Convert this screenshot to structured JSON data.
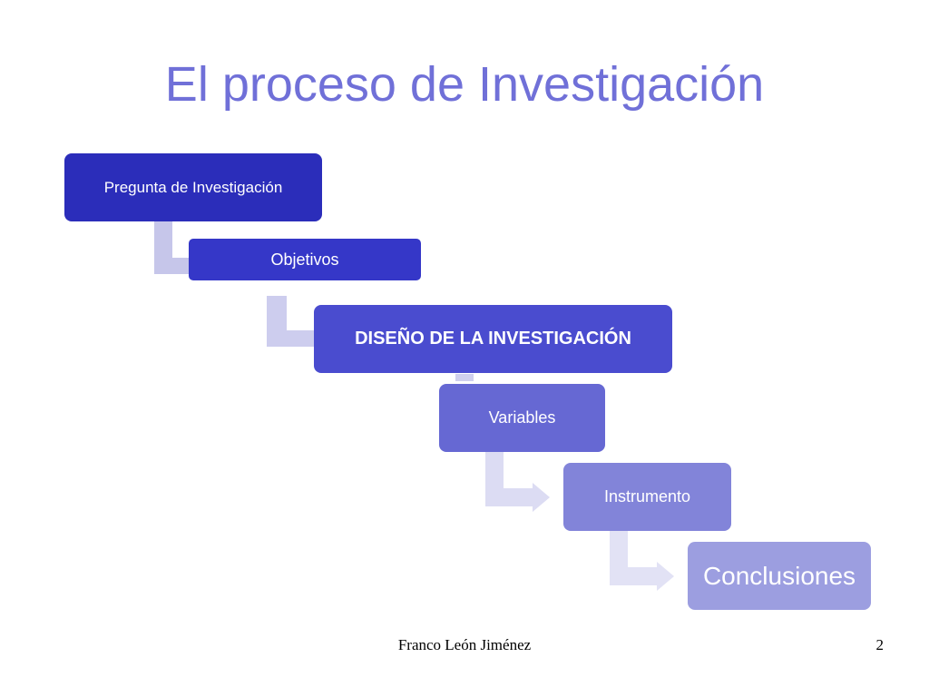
{
  "slide": {
    "title": "El proceso de Investigación",
    "footer_author": "Franco León Jiménez",
    "page_number": "2"
  },
  "diagram": {
    "steps": [
      {
        "label": "Pregunta de Investigación",
        "color": "#2b2dba"
      },
      {
        "label": "Objetivos",
        "color": "#3537c8"
      },
      {
        "label": "DISEÑO DE LA INVESTIGACIÓN",
        "color": "#4a4ccf"
      },
      {
        "label": "Variables",
        "color": "#6668d3"
      },
      {
        "label": "Instrumento",
        "color": "#8284d9"
      },
      {
        "label": "Conclusiones",
        "color": "#9c9ee0"
      }
    ],
    "connector_color": "#c8c8ec"
  }
}
